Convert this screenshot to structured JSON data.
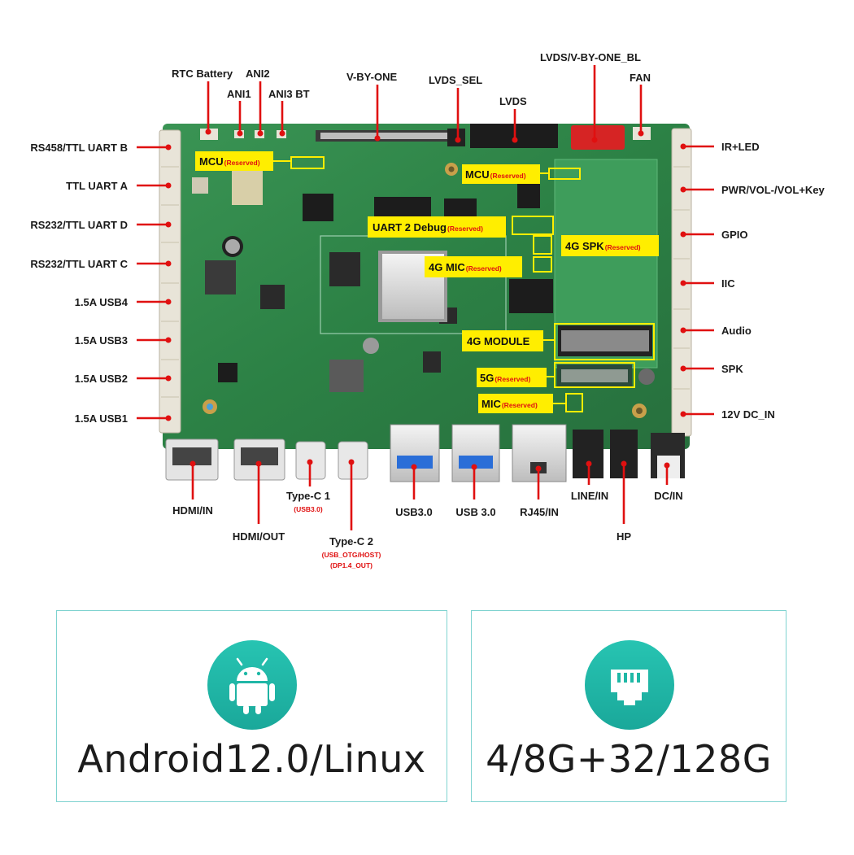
{
  "labels": {
    "top": {
      "rtc_battery": "RTC Battery",
      "ani2": "ANI2",
      "ani1": "ANI1",
      "ani3_bt": "ANI3 BT",
      "v_by_one": "V-BY-ONE",
      "lvds_sel": "LVDS_SEL",
      "lvds": "LVDS",
      "lvds_vbyone_bl": "LVDS/V-BY-ONE_BL",
      "fan": "FAN"
    },
    "left": [
      "RS458/TTL UART B",
      "TTL UART A",
      "RS232/TTL UART D",
      "RS232/TTL UART C",
      "1.5A  USB4",
      "1.5A  USB3",
      "1.5A  USB2",
      "1.5A  USB1"
    ],
    "right": [
      "IR+LED",
      "PWR/VOL-/VOL+Key",
      "GPIO",
      "IIC",
      "Audio",
      "SPK",
      "12V DC_IN"
    ],
    "bottom": {
      "hdmi_in": "HDMI/IN",
      "hdmi_out": "HDMI/OUT",
      "typec1": "Type-C  1",
      "typec1_sub": "(USB3.0)",
      "typec2": "Type-C  2",
      "typec2_sub1": "(USB_OTG/HOST)",
      "typec2_sub2": "(DP1.4_OUT)",
      "usb30_a": "USB3.0",
      "usb30_b": "USB 3.0",
      "rj45": "RJ45/IN",
      "line_in": "LINE/IN",
      "hp": "HP",
      "dc_in": "DC/IN"
    },
    "boxes": {
      "mcu1": "MCU",
      "mcu1_sub": "(Reserved)",
      "mcu2": "MCU",
      "mcu2_sub": "(Reserved)",
      "uart2": "UART 2  Debug",
      "uart2_sub": "(Reserved)",
      "spk4g": "4G  SPK",
      "spk4g_sub": "(Reserved)",
      "mic4g": "4G  MIC",
      "mic4g_sub": "(Reserved)",
      "module4g": "4G MODULE",
      "g5": "5G",
      "g5_sub": "(Reserved)",
      "mic": "MIC",
      "mic_sub": "(Reserved)"
    }
  },
  "features": [
    {
      "icon": "android-icon",
      "text": "Android12.0/Linux"
    },
    {
      "icon": "ethernet-port-icon",
      "text": "4/8G+32/128G"
    }
  ],
  "colors": {
    "pcb": "#2f8a4a",
    "pointer": "#e01010",
    "callout": "#ffee00",
    "accent": "#1fb8a6"
  }
}
